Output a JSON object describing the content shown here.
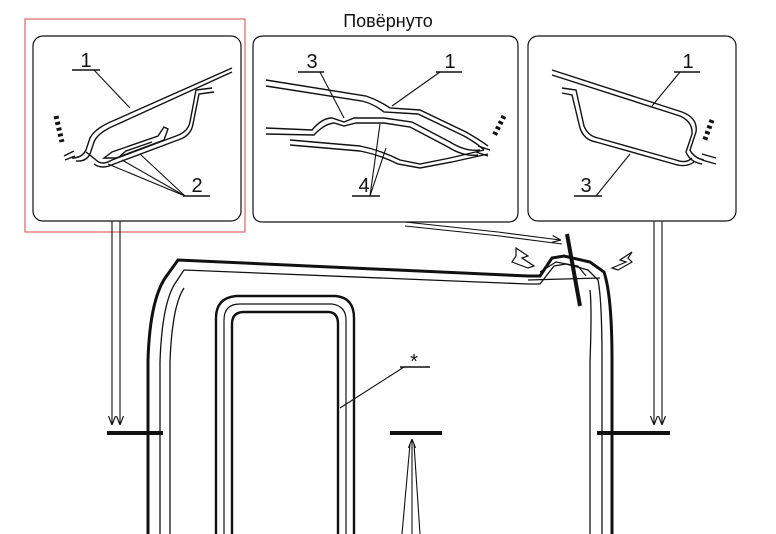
{
  "title": "Повёрнуто",
  "callouts": {
    "left": {
      "upper": "1",
      "lower": "2"
    },
    "middle": {
      "upper_left": "3",
      "upper_right": "1",
      "lower": "4"
    },
    "right": {
      "upper": "1",
      "lower": "3"
    }
  },
  "body_marker": "*",
  "highlight_color": "#d9434b",
  "line_color": "#111111"
}
